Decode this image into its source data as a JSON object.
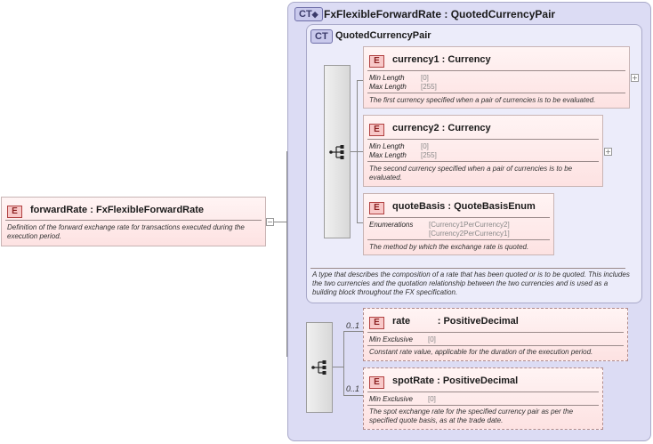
{
  "root": {
    "badge": "E",
    "name": "forwardRate",
    "type": "FxFlexibleForwardRate",
    "doc": "Definition of the forward exchange rate for transactions executed during the execution period.",
    "collapse_symbol": "−"
  },
  "outer_type": {
    "badge": "CT",
    "name": "FxFlexibleForwardRate",
    "base": "QuotedCurrencyPair"
  },
  "inner_type": {
    "badge": "CT",
    "name": "QuotedCurrencyPair",
    "doc": "A type that describes the composition of a rate that has been quoted or is to be quoted. This includes the two currencies and the quotation relationship between the two currencies and is used as a building block throughout the FX specification."
  },
  "elements": [
    {
      "badge": "E",
      "name": "currency1",
      "type": "Currency",
      "props": [
        {
          "label": "Min Length",
          "value": "[0]"
        },
        {
          "label": "Max Length",
          "value": "[255]"
        }
      ],
      "doc": "The first currency specified when a pair of currencies is to be evaluated.",
      "expand_symbol": "+"
    },
    {
      "badge": "E",
      "name": "currency2",
      "type": "Currency",
      "props": [
        {
          "label": "Min Length",
          "value": "[0]"
        },
        {
          "label": "Max Length",
          "value": "[255]"
        }
      ],
      "doc": "The second currency specified when a pair of currencies is to be evaluated.",
      "expand_symbol": "+"
    },
    {
      "badge": "E",
      "name": "quoteBasis",
      "type": "QuoteBasisEnum",
      "props": [
        {
          "label": "Enumerations",
          "value": "[Currency1PerCurrency2]",
          "value2": "[Currency2PerCurrency1]"
        }
      ],
      "doc": "The method by which the exchange rate is quoted."
    },
    {
      "badge": "E",
      "name": "rate",
      "type": "PositiveDecimal",
      "cardinality": "0..1",
      "props": [
        {
          "label": "Min Exclusive",
          "value": "[0]"
        }
      ],
      "doc": "Constant rate value, applicable for the duration of the execution period."
    },
    {
      "badge": "E",
      "name": "spotRate",
      "type": "PositiveDecimal",
      "cardinality": "0..1",
      "props": [
        {
          "label": "Min Exclusive",
          "value": "[0]"
        }
      ],
      "doc": "The spot exchange rate for the specified currency pair as per the specified quote basis, as at the trade date."
    }
  ],
  "icons": {
    "sequence": "sequence-compositor-icon",
    "type_link": "diamond-icon"
  },
  "colors": {
    "complex_type_bg": "#dcdcf4",
    "element_bg": "#fde2e2",
    "element_badge": "#b04040"
  }
}
